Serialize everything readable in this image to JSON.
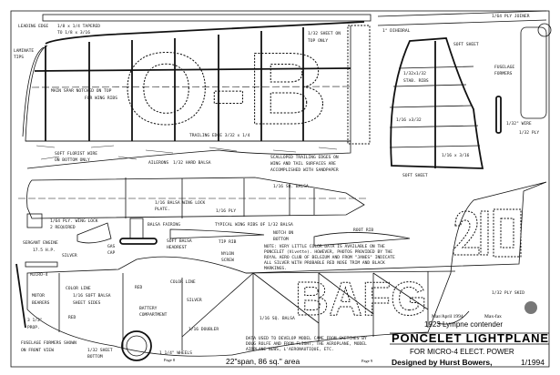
{
  "title": {
    "issue": "Mar/April 1994",
    "publication": "Max-fax",
    "subtitle": "1923 Lympne contender",
    "name": "PONCELET LIGHTPLANE",
    "power": "FOR MICRO-4 ELECT. POWER",
    "designer": "Designed by Hurst Bowers,",
    "date": "1/1994",
    "span_area": "22\"span, 86 sq.\" area",
    "page8": "Page 8",
    "page9": "Page 9"
  },
  "markings": {
    "wing_letters": "O-B",
    "fin_number": "210",
    "fuselage_letters": "BAFG"
  },
  "labels": {
    "leading_edge": "LEADING EDGE",
    "le_size1": "1/8 x 1/4 TAPERED",
    "le_size2": "TO 1/8 x 3/16",
    "laminate": "LAMINATE",
    "tips": "TIPS",
    "spar1": "MAIN SPAR NOTCHED ON TOP",
    "spar2": "FOR WING RIBS",
    "sheet1": "1/32 SHEET ON",
    "sheet2": "TOP ONLY",
    "trailing_edge": "TRAILING EDGE 3/32 x 1/4",
    "florist1": "SOFT FLORIST WIRE",
    "florist2": "ON BOTTOM ONLY",
    "ailerons": "AILERONS",
    "ailerons_mat": "1/32 HARD BALSA",
    "scallop1": "SCALLOPED TRAILING EDGES ON",
    "scallop2": "WING AND TAIL SURFACES ARE",
    "scallop3": "ACCOMPLISHED WITH SANDPAPER",
    "ply_joiner": "1/64 PLY JOINER",
    "dihedral": "1° DIHEDRAL",
    "soft_sheet_top": "SOFT SHEET",
    "stab_ribs1": "1/32x1/32",
    "stab_ribs2": "STAB. RIBS",
    "formers1": "FUSELAGE",
    "formers2": "FORMERS",
    "stab_1_16x3_32": "1/16 x3/32",
    "wire": "1/32\" WIRE",
    "ply_132": "1/32 PLY",
    "stab_1_16x3_16": "1/16 x 3/16",
    "soft_sheet_bottom": "SOFT SHEET",
    "sq_balsa_top": "1/16 SQ. BALSA",
    "wing_lock_plate1": "1/16 BALSA WING LOCK",
    "wing_lock_plate2": "PLATE.",
    "ply_116": "1/16 PLY",
    "wing_lock1": "1/64 PLY. WING LOCK",
    "wing_lock2": "2 REQUIRED",
    "balsa_fairing": "BALSA FAIRING",
    "typical_ribs": "TYPICAL WING RIBS OF 1/32 BALSA",
    "engine1": "SERGANT ENGINE",
    "engine2": "17.5 H.P.",
    "gas1": "GAS",
    "gas2": "CAP",
    "headrest1": "SOFT BALSA",
    "headrest2": "HEADREST",
    "tip_rib": "TIP RIB",
    "notch1": "NOTCH ON",
    "notch2": "BOTTOM",
    "root_rib": "ROOT RIB",
    "note1": "NOTE: VERY LITTLE COLOR DATA IS AVAILABLE ON THE",
    "note2": "PONCELET (Vivette). HOWEVER, PHOTOS PROVIDED BY THE",
    "note3": "ROYAL AERO CLUB OF BELGIUM AND FROM \"JANES\" INDICATE",
    "note4": "ALL SILVER WITH PROBABLE RED NOSE TRIM AND BLACK",
    "note5": "MARKINGS.",
    "nylon1": "NYLON",
    "nylon2": "SCREW",
    "silver1": "SILVER",
    "micro4": "MICRO-4",
    "color_line1": "COLOR LINE",
    "motor1": "MOTOR",
    "motor2": "BEARERS",
    "sides1": "1/16 SOFT BALSA",
    "sides2": "SHEET SIDES",
    "red1": "RED",
    "color_line2": "COLOR LINE",
    "silver2": "SILVER",
    "battery1": "BATTERY",
    "battery2": "COMPARTMENT",
    "red2": "RED",
    "prop1": "3 1/2\"",
    "prop2": "PROP.",
    "doubler": "1/16 DOUBLER",
    "sq_balsa_side": "1/16 SQ. BALSA",
    "formers_front1": "FUSELAGE FORMERS SHOWN",
    "formers_front2": "ON FRONT VIEW",
    "bottom1": "1/32 SHEET",
    "bottom2": "BOTTOM",
    "wheels": "1 1/4\" WHEELS",
    "skid": "1/32 PLY SKID",
    "data1": "DATA USED TO DEVELOP MODEL CAME FROM SKETCHES BY",
    "data2": "DOUG ROLFE AND FROM FLIGHT, THE AEROPLANE, MODEL",
    "data3": "AIRPLANE NEWS, L'AERONAUTIQUE, ETC."
  }
}
